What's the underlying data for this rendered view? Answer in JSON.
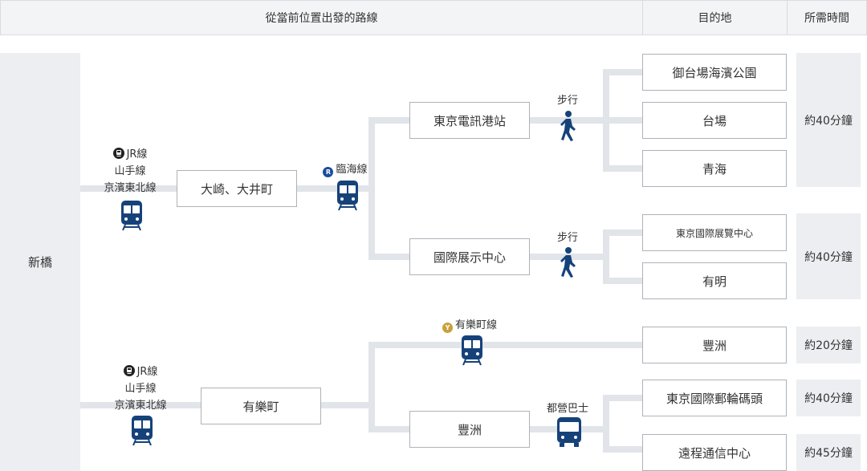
{
  "header": {
    "route_label": "從當前位置出發的路線",
    "destination_label": "目的地",
    "time_label": "所需時間"
  },
  "origin": "新橋",
  "jr_line": {
    "name": "JR線",
    "line1": "山手線",
    "line2": "京濱東北線"
  },
  "transfers": {
    "osaki": "大崎、大井町",
    "yurakucho": "有樂町"
  },
  "rinkai_line": "臨海線",
  "yurakucho_line": "有樂町線",
  "stations": {
    "tokyo_teleport": "東京電訊港站",
    "kokusai_tenjijo": "國際展示中心",
    "toyosu": "豐洲"
  },
  "modes": {
    "walk1": "步行",
    "walk2": "步行",
    "bus": "都營巴士"
  },
  "destinations": {
    "seaside_park": "御台場海濱公園",
    "daiba": "台場",
    "aomi": "青海",
    "big_sight": "東京國際展覽中心",
    "ariake": "有明",
    "toyosu": "豐洲",
    "cruise_terminal": "東京國際郵輪碼頭",
    "telework_center": "遠程通信中心"
  },
  "times": {
    "group1": "約40分鐘",
    "group2": "約40分鐘",
    "toyosu": "約20分鐘",
    "cruise": "約40分鐘",
    "telework": "約45分鐘"
  },
  "badges": {
    "rinkai": "R",
    "yurakucho": "Y"
  },
  "colors": {
    "train_blue": "#16427a",
    "rinkai_badge": "#1a4d9c",
    "yurakucho_badge": "#c9a13b",
    "connector": "#e1e4e8"
  },
  "icons": {
    "train": "train-icon",
    "walk": "walking-person-icon",
    "bus": "bus-icon",
    "jr": "jr-train-badge-icon"
  }
}
